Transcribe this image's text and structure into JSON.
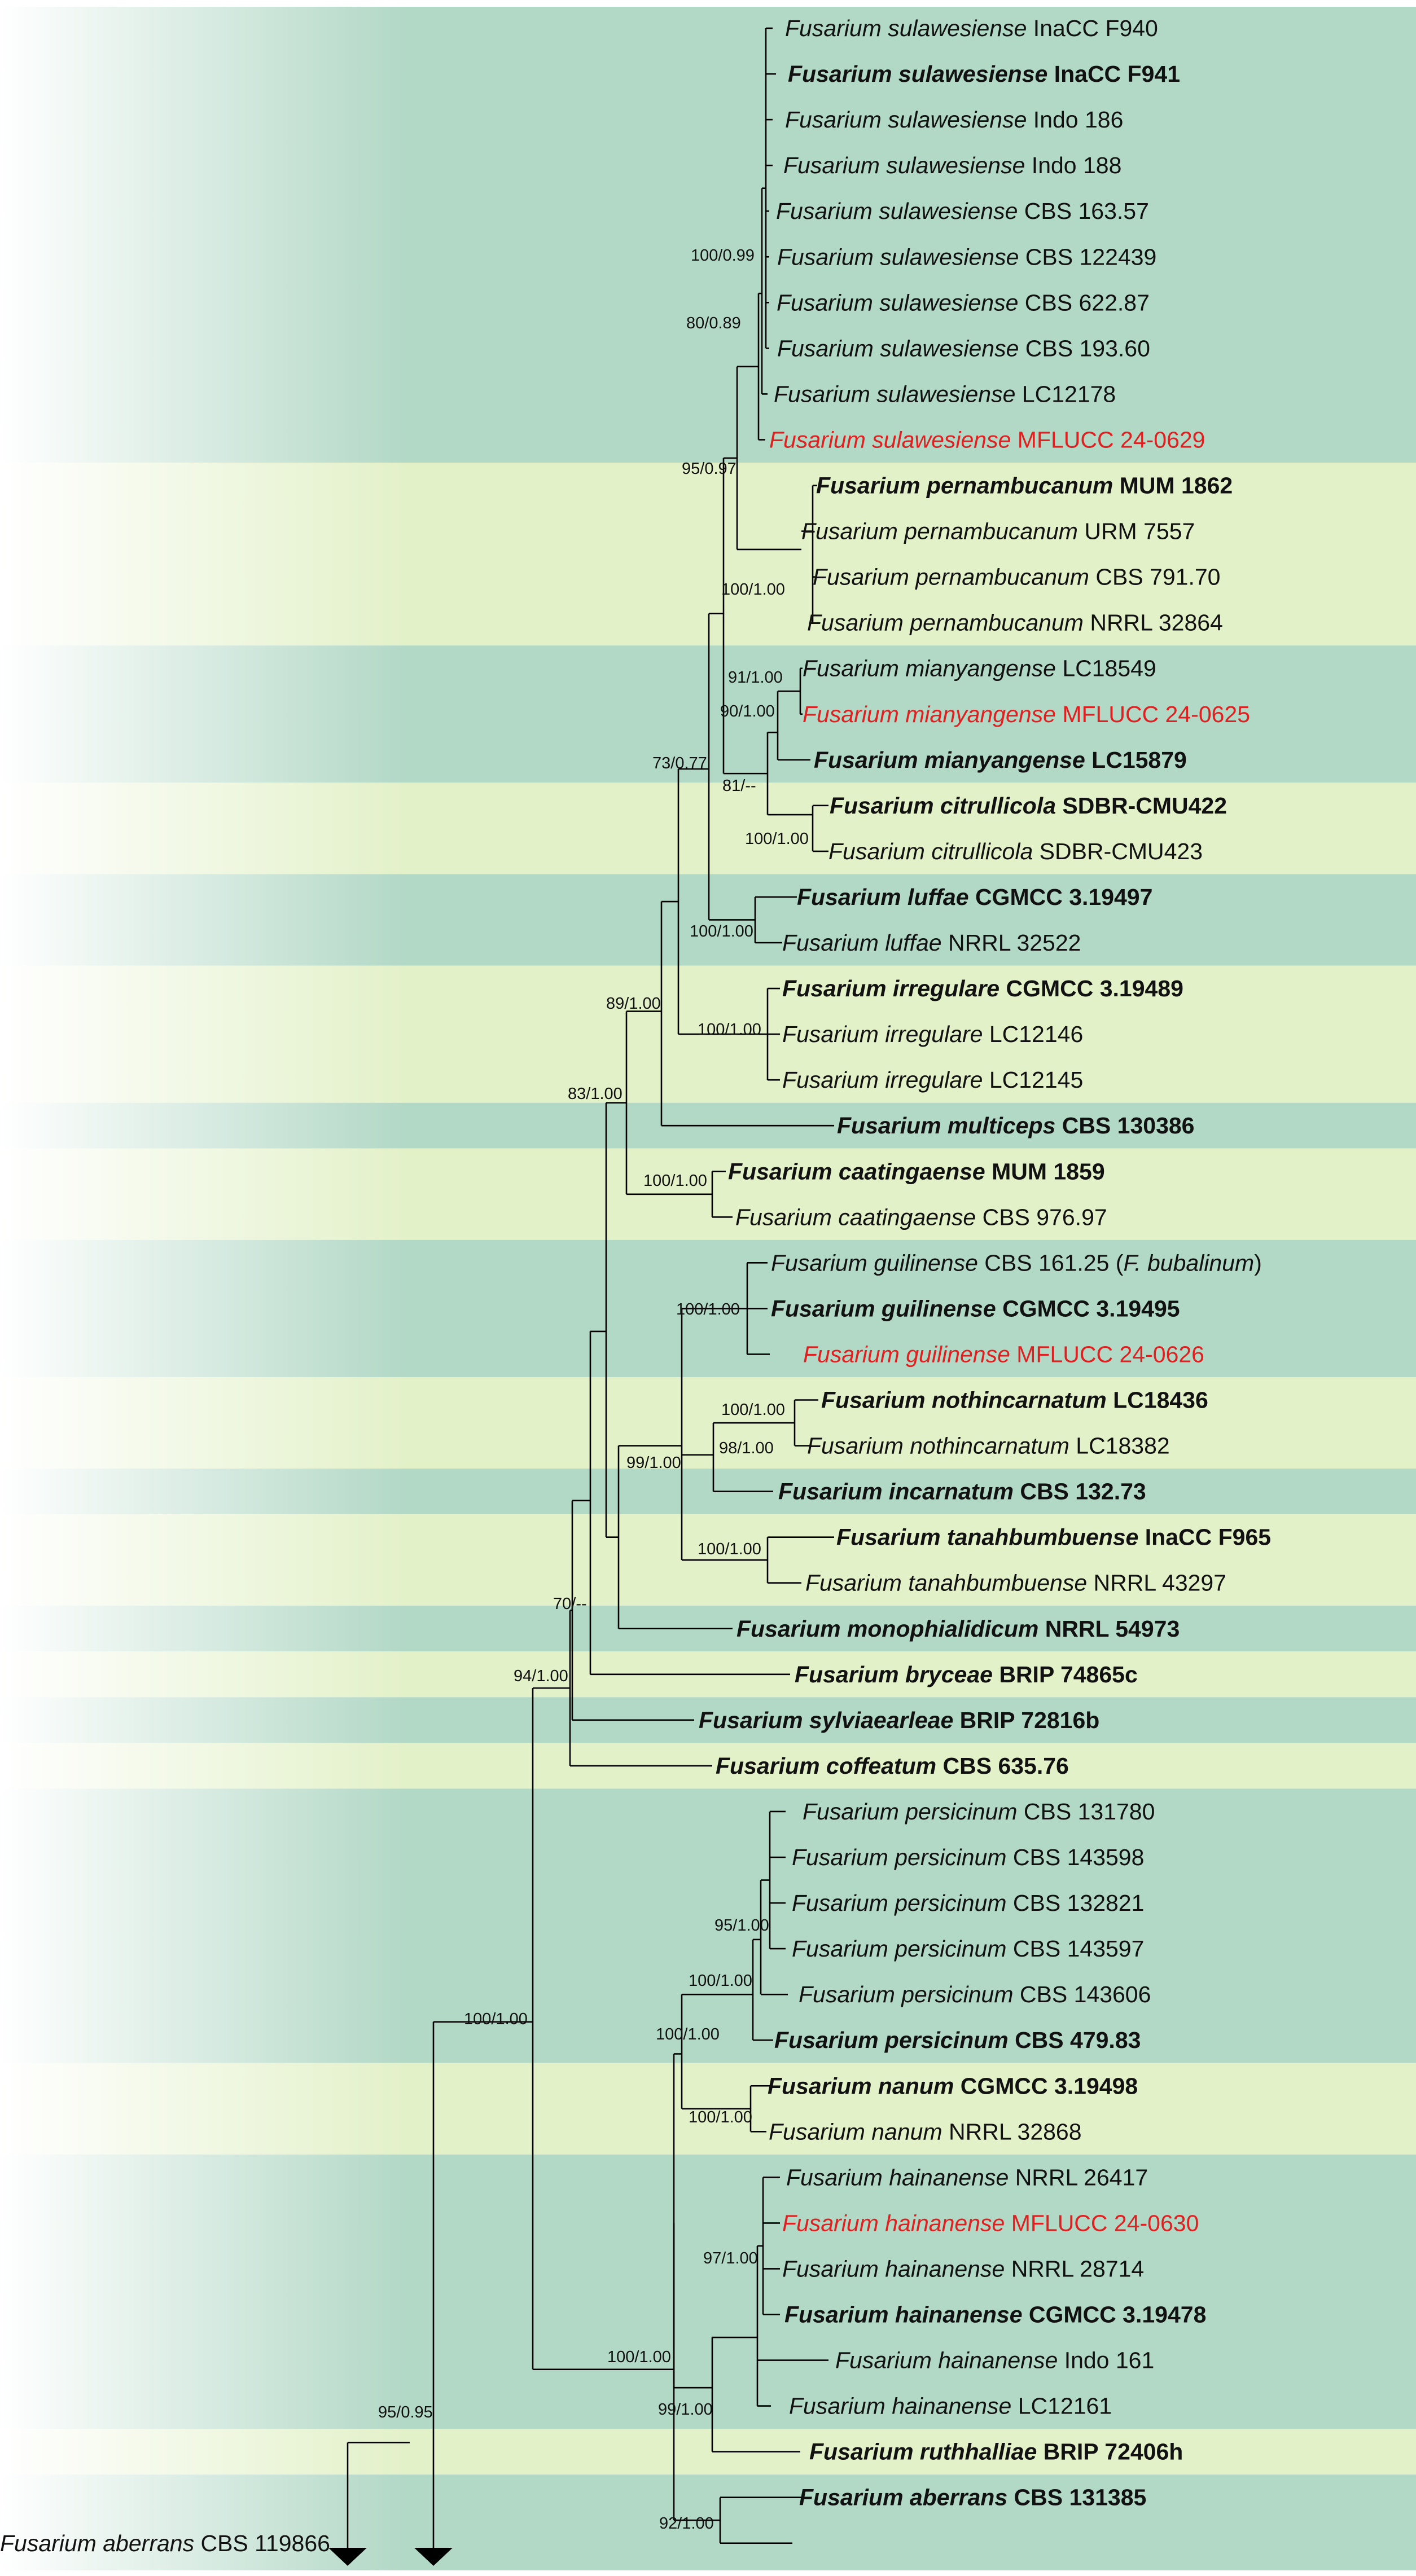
{
  "colors": {
    "band_teal": "#b2d8c6",
    "band_green": "#e3f1c9",
    "highlight_red": "#e02020",
    "text": "#111111"
  },
  "bands": [
    {
      "from": 1,
      "to": 10,
      "color": "teal"
    },
    {
      "from": 11,
      "to": 14,
      "color": "green"
    },
    {
      "from": 15,
      "to": 17,
      "color": "teal"
    },
    {
      "from": 18,
      "to": 19,
      "color": "green"
    },
    {
      "from": 20,
      "to": 21,
      "color": "teal"
    },
    {
      "from": 22,
      "to": 24,
      "color": "green"
    },
    {
      "from": 25,
      "to": 25,
      "color": "teal"
    },
    {
      "from": 26,
      "to": 27,
      "color": "green"
    },
    {
      "from": 28,
      "to": 30,
      "color": "teal"
    },
    {
      "from": 31,
      "to": 32,
      "color": "green"
    },
    {
      "from": 33,
      "to": 33,
      "color": "teal"
    },
    {
      "from": 34,
      "to": 35,
      "color": "green"
    },
    {
      "from": 36,
      "to": 36,
      "color": "teal"
    },
    {
      "from": 37,
      "to": 37,
      "color": "green"
    },
    {
      "from": 38,
      "to": 38,
      "color": "teal"
    },
    {
      "from": 39,
      "to": 39,
      "color": "green"
    },
    {
      "from": 40,
      "to": 45,
      "color": "teal"
    },
    {
      "from": 46,
      "to": 47,
      "color": "green"
    },
    {
      "from": 48,
      "to": 53,
      "color": "teal"
    },
    {
      "from": 54,
      "to": 54,
      "color": "green"
    },
    {
      "from": 55,
      "to": 56,
      "color": "teal"
    }
  ],
  "taxa": [
    {
      "row": 1,
      "species": "Fusarium sulawesiense",
      "strain": "InaCC F940",
      "style": "normal"
    },
    {
      "row": 2,
      "species": "Fusarium sulawesiense",
      "strain": "InaCC F941",
      "style": "bold"
    },
    {
      "row": 3,
      "species": "Fusarium sulawesiense",
      "strain": "Indo 186",
      "style": "normal"
    },
    {
      "row": 4,
      "species": "Fusarium sulawesiense",
      "strain": "Indo 188",
      "style": "normal"
    },
    {
      "row": 5,
      "species": "Fusarium sulawesiense",
      "strain": "CBS 163.57",
      "style": "normal"
    },
    {
      "row": 6,
      "species": "Fusarium sulawesiense",
      "strain": "CBS 122439",
      "style": "normal"
    },
    {
      "row": 7,
      "species": "Fusarium sulawesiense",
      "strain": "CBS 622.87",
      "style": "normal"
    },
    {
      "row": 8,
      "species": "Fusarium sulawesiense",
      "strain": "CBS 193.60",
      "style": "normal"
    },
    {
      "row": 9,
      "species": "Fusarium sulawesiense",
      "strain": "LC12178",
      "style": "normal"
    },
    {
      "row": 10,
      "species": "Fusarium sulawesiense",
      "strain": "MFLUCC 24-0629",
      "style": "red"
    },
    {
      "row": 11,
      "species": "Fusarium pernambucanum",
      "strain": "MUM 1862",
      "style": "bold"
    },
    {
      "row": 12,
      "species": "Fusarium pernambucanum",
      "strain": "URM 7557",
      "style": "normal"
    },
    {
      "row": 13,
      "species": "Fusarium pernambucanum",
      "strain": "CBS 791.70",
      "style": "normal"
    },
    {
      "row": 14,
      "species": "Fusarium pernambucanum",
      "strain": "NRRL 32864",
      "style": "normal"
    },
    {
      "row": 15,
      "species": "Fusarium mianyangense",
      "strain": "LC18549",
      "style": "normal"
    },
    {
      "row": 16,
      "species": "Fusarium mianyangense",
      "strain": "MFLUCC 24-0625",
      "style": "red"
    },
    {
      "row": 17,
      "species": "Fusarium mianyangense",
      "strain": "LC15879",
      "style": "bold"
    },
    {
      "row": 18,
      "species": "Fusarium citrullicola",
      "strain": "SDBR-CMU422",
      "style": "bold"
    },
    {
      "row": 19,
      "species": "Fusarium citrullicola",
      "strain": "SDBR-CMU423",
      "style": "normal"
    },
    {
      "row": 20,
      "species": "Fusarium luffae",
      "strain": "CGMCC 3.19497",
      "style": "bold"
    },
    {
      "row": 21,
      "species": "Fusarium luffae",
      "strain": "NRRL 32522",
      "style": "normal"
    },
    {
      "row": 22,
      "species": "Fusarium irregulare",
      "strain": "CGMCC 3.19489",
      "style": "bold"
    },
    {
      "row": 23,
      "species": "Fusarium irregulare",
      "strain": "LC12146",
      "style": "normal"
    },
    {
      "row": 24,
      "species": "Fusarium irregulare",
      "strain": "LC12145",
      "style": "normal"
    },
    {
      "row": 25,
      "species": "Fusarium multiceps",
      "strain": "CBS 130386",
      "style": "bold"
    },
    {
      "row": 26,
      "species": "Fusarium caatingaense",
      "strain": "MUM 1859",
      "style": "bold"
    },
    {
      "row": 27,
      "species": "Fusarium caatingaense",
      "strain": "CBS 976.97",
      "style": "normal"
    },
    {
      "row": 28,
      "species": "Fusarium guilinense",
      "strain": "CBS 161.25",
      "style": "normal",
      "extra_pre": " (",
      "extra_italic": "F. bubalinum",
      "extra_post": ")"
    },
    {
      "row": 29,
      "species": "Fusarium guilinense",
      "strain": "CGMCC 3.19495",
      "style": "bold"
    },
    {
      "row": 30,
      "species": "Fusarium guilinense",
      "strain": "MFLUCC 24-0626",
      "style": "red"
    },
    {
      "row": 31,
      "species": "Fusarium nothincarnatum",
      "strain": "LC18436",
      "style": "bold"
    },
    {
      "row": 32,
      "species": "Fusarium nothincarnatum",
      "strain": "LC18382",
      "style": "normal"
    },
    {
      "row": 33,
      "species": "Fusarium incarnatum",
      "strain": "CBS 132.73",
      "style": "bold"
    },
    {
      "row": 34,
      "species": "Fusarium tanahbumbuense",
      "strain": "InaCC F965",
      "style": "bold"
    },
    {
      "row": 35,
      "species": "Fusarium tanahbumbuense",
      "strain": "NRRL 43297",
      "style": "normal"
    },
    {
      "row": 36,
      "species": "Fusarium monophialidicum",
      "strain": "NRRL 54973",
      "style": "bold"
    },
    {
      "row": 37,
      "species": "Fusarium bryceae",
      "strain": "BRIP 74865c",
      "style": "bold"
    },
    {
      "row": 38,
      "species": "Fusarium sylviaearleae",
      "strain": "BRIP 72816b",
      "style": "bold"
    },
    {
      "row": 39,
      "species": "Fusarium coffeatum",
      "strain": "CBS 635.76",
      "style": "bold"
    },
    {
      "row": 40,
      "species": "Fusarium persicinum",
      "strain": "CBS 131780",
      "style": "normal"
    },
    {
      "row": 41,
      "species": "Fusarium persicinum",
      "strain": "CBS 143598",
      "style": "normal"
    },
    {
      "row": 42,
      "species": "Fusarium persicinum",
      "strain": "CBS 132821",
      "style": "normal"
    },
    {
      "row": 43,
      "species": "Fusarium persicinum",
      "strain": "CBS 143597",
      "style": "normal"
    },
    {
      "row": 44,
      "species": "Fusarium persicinum",
      "strain": "CBS 143606",
      "style": "normal"
    },
    {
      "row": 45,
      "species": "Fusarium persicinum",
      "strain": "CBS 479.83",
      "style": "bold"
    },
    {
      "row": 46,
      "species": "Fusarium nanum",
      "strain": "CGMCC 3.19498",
      "style": "bold"
    },
    {
      "row": 47,
      "species": "Fusarium nanum",
      "strain": "NRRL 32868",
      "style": "normal"
    },
    {
      "row": 48,
      "species": "Fusarium hainanense",
      "strain": "NRRL 26417",
      "style": "normal"
    },
    {
      "row": 49,
      "species": "Fusarium hainanense",
      "strain": "MFLUCC 24-0630",
      "style": "red"
    },
    {
      "row": 50,
      "species": "Fusarium hainanense",
      "strain": "NRRL 28714",
      "style": "normal"
    },
    {
      "row": 51,
      "species": "Fusarium hainanense",
      "strain": "CGMCC 3.19478",
      "style": "bold"
    },
    {
      "row": 52,
      "species": "Fusarium hainanense",
      "strain": "Indo 161",
      "style": "normal"
    },
    {
      "row": 53,
      "species": "Fusarium hainanense",
      "strain": "LC12161",
      "style": "normal"
    },
    {
      "row": 54,
      "species": "Fusarium ruthhalliae",
      "strain": "BRIP 72406h",
      "style": "bold"
    },
    {
      "row": 55,
      "species": "Fusarium aberrans",
      "strain": "CBS 131385",
      "style": "bold"
    },
    {
      "row": 56,
      "species": "Fusarium aberrans",
      "strain": "CBS 119866",
      "style": "normal"
    }
  ],
  "supports": [
    {
      "id": "s01",
      "value": "100/0.99"
    },
    {
      "id": "s02",
      "value": "80/0.89"
    },
    {
      "id": "s03",
      "value": "95/0.97"
    },
    {
      "id": "s04",
      "value": "100/1.00"
    },
    {
      "id": "s05",
      "value": "91/1.00"
    },
    {
      "id": "s06",
      "value": "90/1.00"
    },
    {
      "id": "s07",
      "value": "73/0.77"
    },
    {
      "id": "s08",
      "value": "81/--"
    },
    {
      "id": "s09",
      "value": "100/1.00"
    },
    {
      "id": "s10",
      "value": "100/1.00"
    },
    {
      "id": "s11",
      "value": "89/1.00"
    },
    {
      "id": "s12",
      "value": "100/1.00"
    },
    {
      "id": "s13",
      "value": "83/1.00"
    },
    {
      "id": "s14",
      "value": "100/1.00"
    },
    {
      "id": "s15",
      "value": "100/1.00"
    },
    {
      "id": "s16",
      "value": "100/1.00"
    },
    {
      "id": "s17",
      "value": "98/1.00"
    },
    {
      "id": "s18",
      "value": "99/1.00"
    },
    {
      "id": "s19",
      "value": "100/1.00"
    },
    {
      "id": "s20",
      "value": "70/--"
    },
    {
      "id": "s21",
      "value": "94/1.00"
    },
    {
      "id": "s22",
      "value": "95/1.00"
    },
    {
      "id": "s23",
      "value": "100/1.00"
    },
    {
      "id": "s24",
      "value": "100/1.00"
    },
    {
      "id": "s25",
      "value": "100/1.00"
    },
    {
      "id": "s26",
      "value": "100/1.00"
    },
    {
      "id": "s27",
      "value": "97/1.00"
    },
    {
      "id": "s28",
      "value": "100/1.00"
    },
    {
      "id": "s29",
      "value": "99/1.00"
    },
    {
      "id": "s30",
      "value": "95/0.95"
    },
    {
      "id": "s31",
      "value": "92/1.00"
    }
  ]
}
